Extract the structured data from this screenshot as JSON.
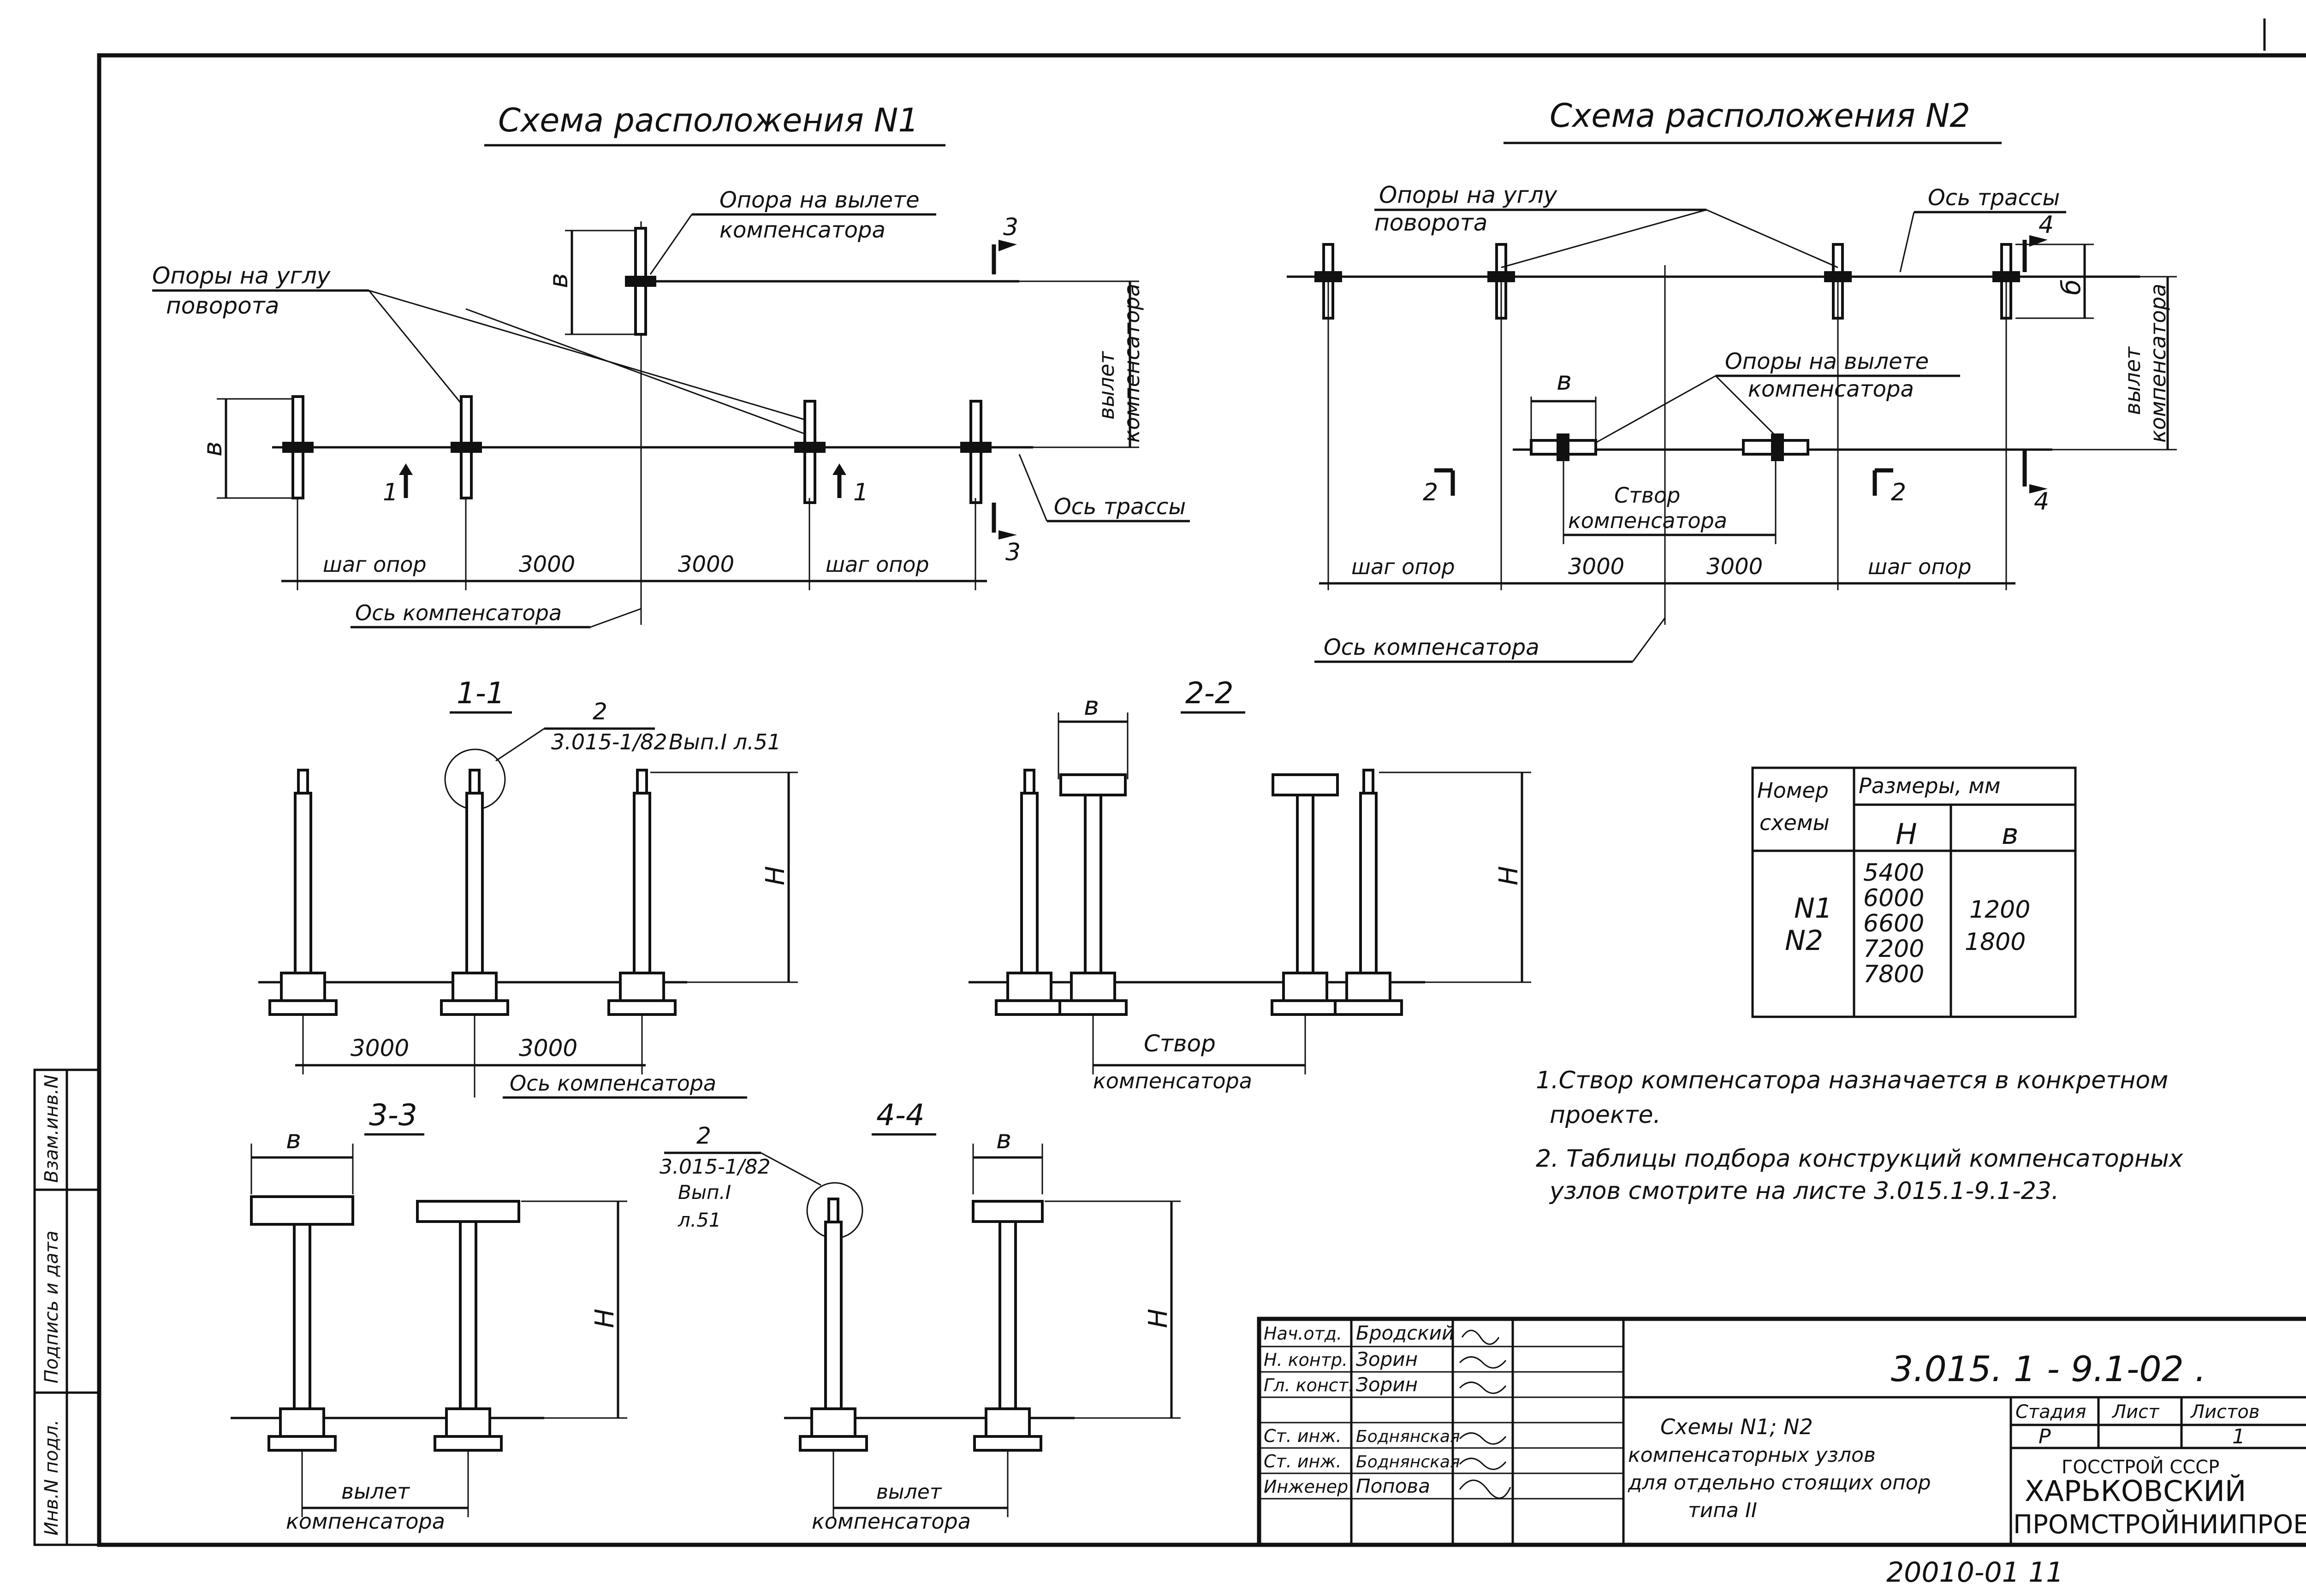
{
  "scheme1": {
    "title": "Схема расположения N1",
    "label_corner_supports": [
      "Опоры на углу",
      "поворота"
    ],
    "label_comp_support": [
      "Опора на вылете",
      "компенсатора"
    ],
    "label_route_axis": "Ось трассы",
    "label_comp_axis": "Ось компенсатора",
    "label_offset": [
      "вылет",
      "компенсатора"
    ],
    "dim_b": "в",
    "dims": [
      "шаг опор",
      "3000",
      "3000",
      "шаг опор"
    ],
    "section_marks": [
      "1",
      "1",
      "3",
      "3"
    ]
  },
  "scheme2": {
    "title": "Схема расположения N2",
    "label_corner_supports": [
      "Опоры на углу",
      "поворота"
    ],
    "label_route_axis": "Ось трассы",
    "label_comp_supports": [
      "Опоры на вылете",
      "компенсатора"
    ],
    "label_comp_line": [
      "Створ",
      "компенсатора"
    ],
    "label_comp_axis": "Ось компенсатора",
    "label_offset": [
      "вылет",
      "компенсатора"
    ],
    "dim_b": "в",
    "dim_b2": "б",
    "dims": [
      "шаг опор",
      "3000",
      "3000",
      "шаг опор"
    ],
    "section_marks": [
      "2",
      "2",
      "4",
      "4"
    ]
  },
  "sections": {
    "s11": {
      "title": "1-1",
      "callout_num": "2",
      "callout_ref": "3.015-1/82",
      "callout_ref2": "Вып.I л.51",
      "dim_h": "H",
      "dims": [
        "3000",
        "3000"
      ],
      "axis_label": "Ось компенсатора"
    },
    "s22": {
      "title": "2-2",
      "dim_b": "в",
      "dim_h": "H",
      "label": [
        "Створ",
        "компенсатора"
      ]
    },
    "s33": {
      "title": "3-3",
      "dim_b": "в",
      "dim_h": "H",
      "label": [
        "вылет",
        "компенсатора"
      ]
    },
    "s44": {
      "title": "4-4",
      "callout_num": "2",
      "callout_ref": "3.015-1/82",
      "callout_ref2": "Вып.I",
      "callout_ref3": "л.51",
      "dim_b": "в",
      "dim_h": "H",
      "label": [
        "вылет",
        "компенсатора"
      ]
    }
  },
  "table": {
    "header_num": [
      "Номер",
      "схемы"
    ],
    "header_sizes": "Размеры,     мм",
    "col_h": "H",
    "col_b": "в",
    "schemes": [
      "N1",
      "N2"
    ],
    "h_values": [
      "5400",
      "6000",
      "6600",
      "7200",
      "7800"
    ],
    "b_values": [
      "1200",
      "1800"
    ]
  },
  "notes": [
    "1.Створ компенсатора назначается в конкретном",
    "проекте.",
    "2. Таблицы подбора конструкций компенсаторных",
    "узлов смотрите на листе 3.015.1-9.1-23."
  ],
  "title_block": {
    "doc_number": "3.015. 1 - 9.1-02 .",
    "roles": [
      "Нач.отд.",
      "Н. контр.",
      "Гл. конст.",
      "Ст. инж.",
      "Ст. инж.",
      "Инженер"
    ],
    "names": [
      "Бродский",
      "Зорин",
      "Зорин",
      "Боднянская",
      "Боднянская",
      "Попова"
    ],
    "drawing_title": [
      "Схемы N1; N2",
      "компенсаторных узлов",
      "для отдельно стоящих опор",
      "типа II"
    ],
    "stage_label": "Стадия",
    "sheet_label": "Лист",
    "sheets_label": "Листов",
    "stage": "Р",
    "sheet": "",
    "sheets": "1",
    "org": [
      "ГОССТРОЙ СССР",
      "ХАРЬКОВСКИЙ",
      "ПРОМСТРОЙНИИПРОЕКТ"
    ]
  },
  "side_stamp": [
    "Инв.N подл.",
    "Подпись и дата",
    "Взам.инв.N"
  ],
  "footer_code": "20010-01   11",
  "corner_mark": "1"
}
